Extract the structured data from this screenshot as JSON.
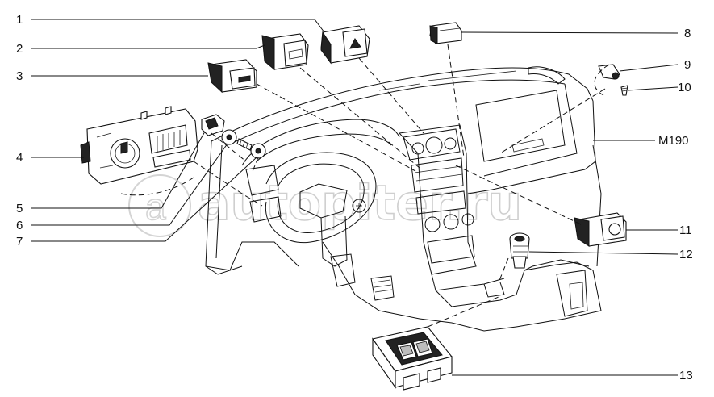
{
  "diagram": {
    "watermark": "autopiter.ru",
    "callouts": [
      {
        "id": "1",
        "text": "1"
      },
      {
        "id": "2",
        "text": "2"
      },
      {
        "id": "3",
        "text": "3"
      },
      {
        "id": "4",
        "text": "4"
      },
      {
        "id": "5",
        "text": "5"
      },
      {
        "id": "6",
        "text": "6"
      },
      {
        "id": "7",
        "text": "7"
      },
      {
        "id": "8",
        "text": "8"
      },
      {
        "id": "9",
        "text": "9"
      },
      {
        "id": "10",
        "text": "10"
      },
      {
        "id": "11",
        "text": "11"
      },
      {
        "id": "12",
        "text": "12"
      },
      {
        "id": "13",
        "text": "13"
      },
      {
        "id": "m190",
        "text": "М190"
      }
    ]
  }
}
